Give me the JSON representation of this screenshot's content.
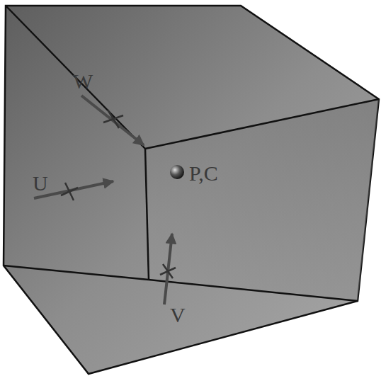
{
  "diagram": {
    "labels": [
      "W",
      "U",
      "P,C",
      "V"
    ]
  }
}
